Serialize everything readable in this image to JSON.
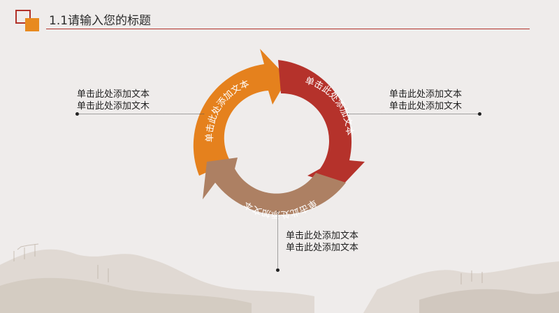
{
  "header": {
    "title": "1.1请输入您的标题"
  },
  "cycle": {
    "segments": [
      {
        "label": "单击此处添加文本",
        "color": "#e5811d"
      },
      {
        "label": "单击此处添加文本",
        "color": "#b5322b"
      },
      {
        "label": "单击此处添加文本",
        "color": "#ad8063"
      }
    ]
  },
  "callouts": {
    "left": {
      "line1": "单击此处添加文本",
      "line2": "单击此处添加文木"
    },
    "right": {
      "line1": "单击此处添加文本",
      "line2": "单击此处添加文木"
    },
    "bottom": {
      "line1": "单击此处添加文本",
      "line2": "单击此处添加文本"
    }
  },
  "colors": {
    "accent_red": "#b2322a",
    "accent_orange": "#e88a1f",
    "background": "#efeceb"
  }
}
